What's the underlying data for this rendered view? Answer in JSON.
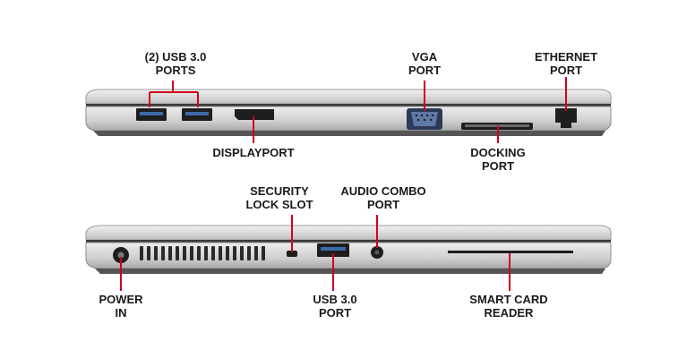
{
  "colors": {
    "callout": "#d0021b",
    "chassis_light": "#e6e6e6",
    "chassis_dark": "#2a2a2a",
    "text": "#1a1a1a"
  },
  "top_view": {
    "labels": {
      "usb_ports": [
        "(2) USB 3.0",
        "PORTS"
      ],
      "vga": [
        "VGA",
        "PORT"
      ],
      "ethernet": [
        "ETHERNET",
        "PORT"
      ],
      "displayport": [
        "DISPLAYPORT"
      ],
      "docking": [
        "DOCKING",
        "PORT"
      ]
    }
  },
  "bottom_view": {
    "labels": {
      "security": [
        "SECURITY",
        "LOCK SLOT"
      ],
      "audio": [
        "AUDIO COMBO",
        "PORT"
      ],
      "power": [
        "POWER",
        "IN"
      ],
      "usb": [
        "USB 3.0",
        "PORT"
      ],
      "smartcard": [
        "SMART CARD",
        "READER"
      ]
    }
  }
}
